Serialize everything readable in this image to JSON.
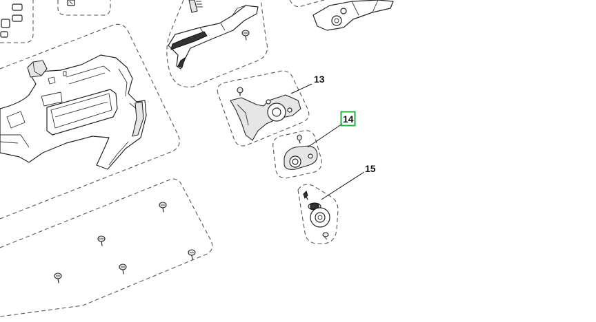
{
  "callouts": {
    "part_13": "13",
    "part_14": "14",
    "part_15": "15"
  },
  "highlighted_callout": "14",
  "colors": {
    "highlight": "#1db83a",
    "line": "#222222",
    "background": "#ffffff"
  }
}
